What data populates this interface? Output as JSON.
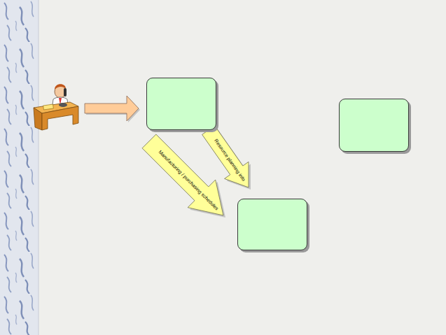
{
  "diagram": {
    "nodes": [
      {
        "text": []
      },
      {
        "text": []
      },
      {
        "text": []
      }
    ],
    "edges": [
      {
        "from": 0,
        "to": 2,
        "arrow": "to",
        "label": "Manufacturing / purchasing schedules"
      },
      {
        "from": 0,
        "to": 2,
        "arrow": "to",
        "label": "Resource planning info"
      }
    ]
  }
}
